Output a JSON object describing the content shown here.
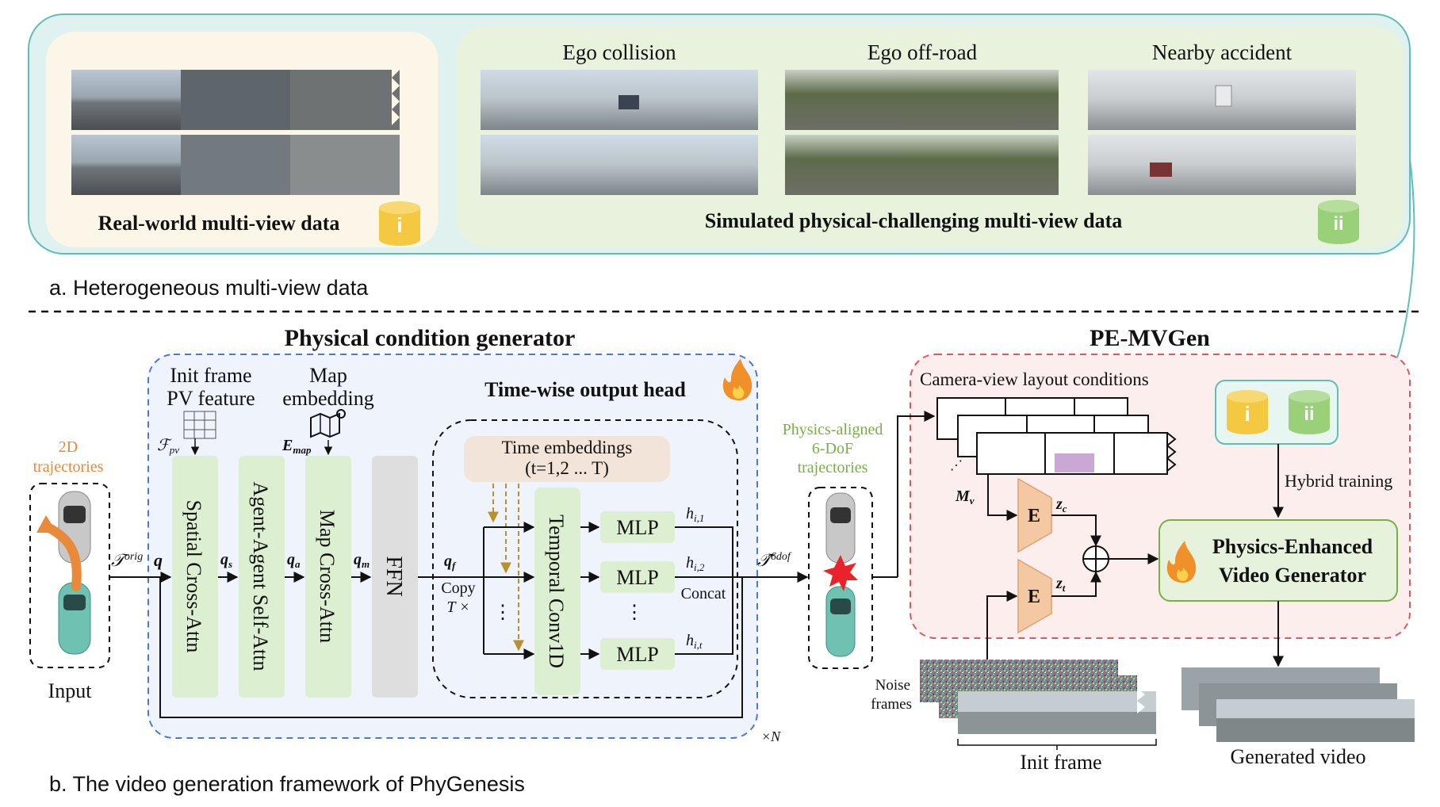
{
  "section_a": {
    "caption": "a. Heterogeneous multi-view data",
    "real_label": "Real-world multi-view data",
    "sim_label": "Simulated physical-challenging multi-view data",
    "scenarios": [
      "Ego collision",
      "Ego off-road",
      "Nearby accident"
    ],
    "db_i": "i",
    "db_ii": "ii"
  },
  "section_b": {
    "caption": "b.  The video generation framework of PhyGenesis",
    "input": {
      "label": "Input",
      "traj_label_1": "2D",
      "traj_label_2": "trajectories",
      "t_orig": "𝒯",
      "t_orig_sup": "orig",
      "q": "q"
    },
    "pcg": {
      "title": "Physical condition generator",
      "init_frame_1": "Init frame",
      "init_frame_2": "PV feature",
      "f_pv": "ℱ",
      "f_pv_sub": "pv",
      "map_emb_1": "Map",
      "map_emb_2": "embedding",
      "e_map": "E",
      "e_map_sub": "map",
      "blocks": [
        "Spatial Cross-Attn",
        "Agent-Agent Self-Attn",
        "Map Cross-Attn",
        "FFN"
      ],
      "q_labels": [
        "s",
        "a",
        "m"
      ],
      "qf": "q",
      "qf_sub": "f",
      "copy": "Copy",
      "copy_t": "T ×",
      "head_title": "Time-wise output head",
      "time_emb_1": "Time embeddings",
      "time_emb_2": "(t=1,2 ... T)",
      "conv": "Temporal Conv1D",
      "mlp": "MLP",
      "dots": "⋮",
      "h_subs": [
        "i,1",
        "i,2",
        "i,t"
      ],
      "h": "h",
      "concat": "Concat",
      "repeat": "×N"
    },
    "physics": {
      "label_1": "Physics-aligned",
      "label_2": "6-DoF",
      "label_3": "trajectories",
      "t6": "𝒯̂",
      "t6_sup": "6dof"
    },
    "pe": {
      "title": "PE-MVGen",
      "layout_label": "Camera-view layout conditions",
      "mv": "M",
      "mv_sub": "v",
      "encoder": "E",
      "zc": "z",
      "zc_sub": "c",
      "zt": "z",
      "zt_sub": "t",
      "hybrid": "Hybrid training",
      "gen_1": "Physics-Enhanced",
      "gen_2": "Video Generator",
      "noise_1": "Noise",
      "noise_2": "frames",
      "init_frame": "Init frame",
      "generated": "Generated video"
    }
  },
  "colors": {
    "teal_border": "#5fbfb8",
    "teal_fill": "#dff2f0",
    "cream": "#fbf6e8",
    "sim_green": "#e8f2dd",
    "blue_dash": "#4a78d6",
    "blue_fill": "#eef3fc",
    "green_block": "#dcefd0",
    "gray_block": "#dedede",
    "orange": "#e9893a",
    "pink_fill": "#fbeeed",
    "red_dash": "#de5a5a",
    "green_text": "#78b043",
    "gold_db": "#f5c842",
    "green_db": "#9bd07a",
    "encoder": "#f5c8a4"
  }
}
